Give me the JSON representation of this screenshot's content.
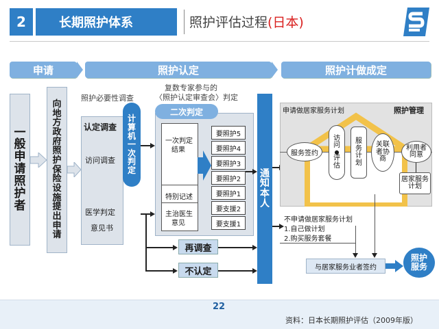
{
  "header": {
    "section_number": "2",
    "title": "长期照护体系",
    "subtitle_main": "照护评估过程",
    "subtitle_highlight": "(日本)"
  },
  "sections": {
    "apply": "申请",
    "certify": "照护认定",
    "plan": "照护计做成定"
  },
  "left": {
    "applicant": [
      "一",
      "般",
      "申",
      "请",
      "照",
      "护",
      "者"
    ],
    "local_gov": [
      "向",
      "地",
      "方",
      "政",
      "府",
      "照",
      "护",
      "保",
      "险",
      "设",
      "施",
      "提",
      "出",
      "申",
      "请"
    ]
  },
  "certify": {
    "necessity_survey": "照护必要性调查",
    "expert_line1": "复数专家参与的",
    "expert_line2": "〈照护认定审查会〉判定",
    "computer_judgement": [
      "计",
      "算",
      "机",
      "一",
      "次",
      "判",
      "定"
    ],
    "second_judgement": "二次判定",
    "survey_title": "认定调查",
    "visit_survey": "访问调查",
    "medical_1": "医学判定",
    "medical_2": "意见书",
    "primary_result": [
      "一次判定",
      "结果"
    ],
    "special_notes": "特别记述",
    "doctor_opinion": [
      "主治医生",
      "意见"
    ],
    "levels": [
      "要照护5",
      "要照护4",
      "要照护3",
      "要照护2",
      "要照护1",
      "要支援2",
      "要支援1"
    ],
    "resurvey": "再调查",
    "not_certified": "不认定",
    "notify": [
      "通",
      "知",
      "本",
      "人"
    ]
  },
  "plan": {
    "house_left_label": "申请做居家服务计划",
    "house_right_label": "照护管理",
    "service_contract": "服务签约",
    "visit": [
      "访",
      "问",
      "●",
      "评",
      "估"
    ],
    "service_plan": [
      "服",
      "务",
      "计",
      "划"
    ],
    "coordinate": [
      "关联",
      "者协",
      "商"
    ],
    "user_consent": [
      "利用者",
      "同意"
    ],
    "home_plan": [
      "居家服务",
      "计划"
    ],
    "no_plan_title": "不申请做居家服务计划",
    "no_plan_1": "1.自己做计划",
    "no_plan_2": "2.购买服务套餐",
    "provider_contract": "与居家服务业者签约",
    "care_service": [
      "照护",
      "服务"
    ]
  },
  "footer": {
    "page": "22",
    "source": "资料：日本长期照护评估（2009年版）"
  },
  "colors": {
    "brand_blue": "#2f7fc6",
    "section_blue": "#7fb0e0",
    "house_yellow": "#f2c24a",
    "highlight_red": "#d9201f"
  }
}
